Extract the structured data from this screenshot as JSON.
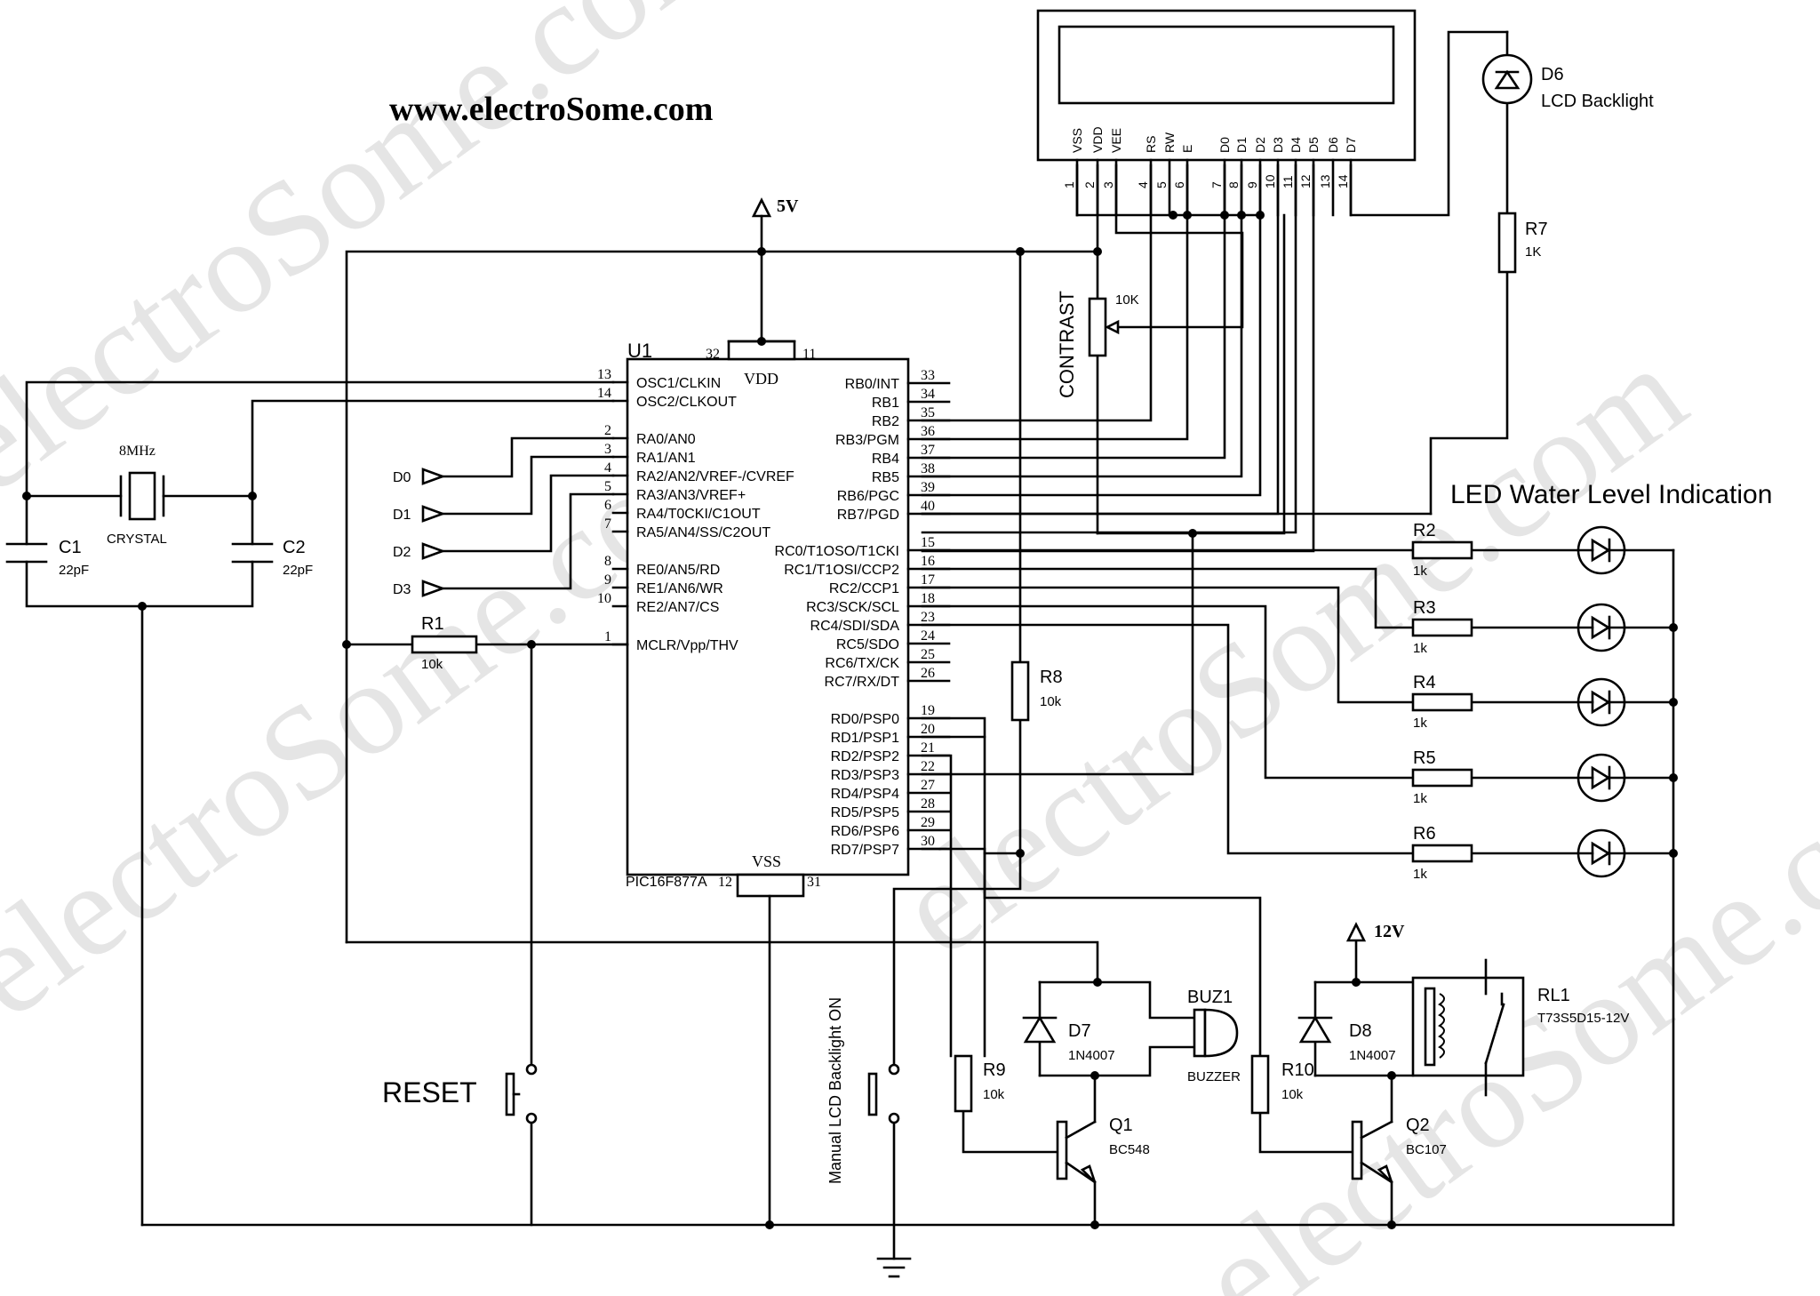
{
  "watermark": "electroSome.com",
  "website": "www.electroSome.com",
  "rails": {
    "vcc": "5V",
    "vrelay": "12V"
  },
  "colors": {
    "rail_label": "#2a3a9a",
    "ink": "#000000",
    "watermark": "#d0d0d0"
  },
  "mcu": {
    "ref": "U1",
    "part": "PIC16F877A",
    "vdd": "VDD",
    "vss": "VSS",
    "pwr_pins": [
      "32",
      "11",
      "12",
      "31"
    ],
    "left_pins": [
      {
        "num": "13",
        "name": "OSC1/CLKIN"
      },
      {
        "num": "14",
        "name": "OSC2/CLKOUT"
      },
      {
        "num": "2",
        "name": "RA0/AN0"
      },
      {
        "num": "3",
        "name": "RA1/AN1"
      },
      {
        "num": "4",
        "name": "RA2/AN2/VREF-/CVREF"
      },
      {
        "num": "5",
        "name": "RA3/AN3/VREF+"
      },
      {
        "num": "6",
        "name": "RA4/T0CKI/C1OUT"
      },
      {
        "num": "7",
        "name": "RA5/AN4/SS/C2OUT"
      },
      {
        "num": "8",
        "name": "RE0/AN5/RD"
      },
      {
        "num": "9",
        "name": "RE1/AN6/WR"
      },
      {
        "num": "10",
        "name": "RE2/AN7/CS"
      },
      {
        "num": "1",
        "name": "MCLR/Vpp/THV"
      }
    ],
    "right_pins": [
      {
        "num": "33",
        "name": "RB0/INT"
      },
      {
        "num": "34",
        "name": "RB1"
      },
      {
        "num": "35",
        "name": "RB2"
      },
      {
        "num": "36",
        "name": "RB3/PGM"
      },
      {
        "num": "37",
        "name": "RB4"
      },
      {
        "num": "38",
        "name": "RB5"
      },
      {
        "num": "39",
        "name": "RB6/PGC"
      },
      {
        "num": "40",
        "name": "RB7/PGD"
      },
      {
        "num": "15",
        "name": "RC0/T1OSO/T1CKI"
      },
      {
        "num": "16",
        "name": "RC1/T1OSI/CCP2"
      },
      {
        "num": "17",
        "name": "RC2/CCP1"
      },
      {
        "num": "18",
        "name": "RC3/SCK/SCL"
      },
      {
        "num": "23",
        "name": "RC4/SDI/SDA"
      },
      {
        "num": "24",
        "name": "RC5/SDO"
      },
      {
        "num": "25",
        "name": "RC6/TX/CK"
      },
      {
        "num": "26",
        "name": "RC7/RX/DT"
      },
      {
        "num": "19",
        "name": "RD0/PSP0"
      },
      {
        "num": "20",
        "name": "RD1/PSP1"
      },
      {
        "num": "21",
        "name": "RD2/PSP2"
      },
      {
        "num": "22",
        "name": "RD3/PSP3"
      },
      {
        "num": "27",
        "name": "RD4/PSP4"
      },
      {
        "num": "28",
        "name": "RD5/PSP5"
      },
      {
        "num": "29",
        "name": "RD6/PSP6"
      },
      {
        "num": "30",
        "name": "RD7/PSP7"
      }
    ]
  },
  "lcd": {
    "pins": [
      {
        "num": "1",
        "name": "VSS"
      },
      {
        "num": "2",
        "name": "VDD"
      },
      {
        "num": "3",
        "name": "VEE"
      },
      {
        "num": "4",
        "name": "RS"
      },
      {
        "num": "5",
        "name": "RW"
      },
      {
        "num": "6",
        "name": "E"
      },
      {
        "num": "7",
        "name": "D0"
      },
      {
        "num": "8",
        "name": "D1"
      },
      {
        "num": "9",
        "name": "D2"
      },
      {
        "num": "10",
        "name": "D3"
      },
      {
        "num": "11",
        "name": "D4"
      },
      {
        "num": "12",
        "name": "D5"
      },
      {
        "num": "13",
        "name": "D6"
      },
      {
        "num": "14",
        "name": "D7"
      }
    ]
  },
  "sensors": [
    "D0",
    "D1",
    "D2",
    "D3"
  ],
  "crystal": {
    "freq": "8MHz",
    "name": "CRYSTAL"
  },
  "caps": [
    {
      "ref": "C1",
      "value": "22pF"
    },
    {
      "ref": "C2",
      "value": "22pF"
    }
  ],
  "pot": {
    "title": "CONTRAST",
    "value": "10K"
  },
  "backlight": {
    "ref": "D6",
    "label": "LCD Backlight"
  },
  "resistors": {
    "r1": {
      "ref": "R1",
      "value": "10k"
    },
    "r7": {
      "ref": "R7",
      "value": "1K"
    },
    "r8": {
      "ref": "R8",
      "value": "10k"
    },
    "r9": {
      "ref": "R9",
      "value": "10k"
    },
    "r10": {
      "ref": "R10",
      "value": "10k"
    },
    "leds": [
      {
        "ref": "R2",
        "value": "1k"
      },
      {
        "ref": "R3",
        "value": "1k"
      },
      {
        "ref": "R4",
        "value": "1k"
      },
      {
        "ref": "R5",
        "value": "1k"
      },
      {
        "ref": "R6",
        "value": "1k"
      }
    ]
  },
  "led_title": "LED Water Level Indication",
  "reset": "RESET",
  "backlight_switch": "Manual LCD Backlight ON",
  "buzzer": {
    "ref": "BUZ1",
    "name": "BUZZER"
  },
  "d7": {
    "ref": "D7",
    "part": "1N4007"
  },
  "d8": {
    "ref": "D8",
    "part": "1N4007"
  },
  "q1": {
    "ref": "Q1",
    "part": "BC548"
  },
  "q2": {
    "ref": "Q2",
    "part": "BC107"
  },
  "relay": {
    "ref": "RL1",
    "part": "T73S5D15-12V"
  }
}
